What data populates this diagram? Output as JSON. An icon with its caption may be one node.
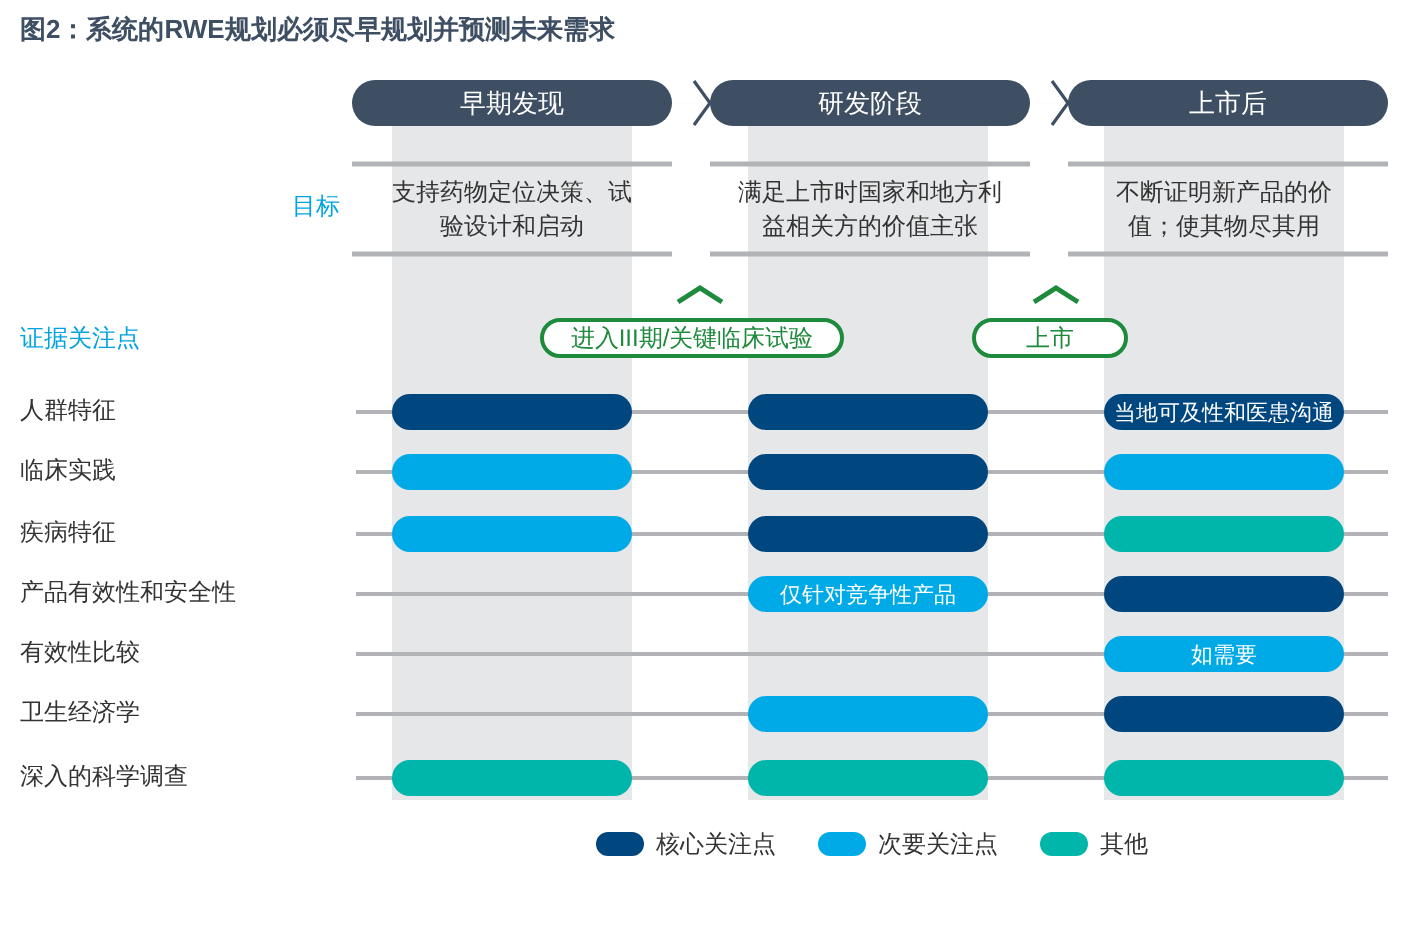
{
  "diagram": {
    "title": "图2：系统的RWE规划必须尽早规划并预测未来需求",
    "nodes": [
      {
        "text": [
          "早期发现"
        ]
      },
      {
        "text": [
          "研发阶段"
        ]
      },
      {
        "text": [
          "上市后"
        ]
      },
      {
        "text": [
          "进入III期/关键临床试验"
        ]
      },
      {
        "text": [
          "上市"
        ]
      },
      {
        "text": [],
        "shape": "bar"
      },
      {
        "text": [],
        "shape": "bar"
      },
      {
        "text": [
          "当地可及性和医患沟通"
        ]
      },
      {
        "text": [],
        "shape": "bar"
      },
      {
        "text": [],
        "shape": "bar"
      },
      {
        "text": [],
        "shape": "bar"
      },
      {
        "text": [],
        "shape": "bar"
      },
      {
        "text": [],
        "shape": "bar"
      },
      {
        "text": [],
        "shape": "bar"
      },
      {
        "text": [
          "仅针对竞争性产品"
        ]
      },
      {
        "text": [],
        "shape": "bar"
      },
      {
        "text": [
          "如需要"
        ]
      },
      {
        "text": [],
        "shape": "bar"
      },
      {
        "text": [],
        "shape": "bar"
      },
      {
        "text": [],
        "shape": "bar"
      },
      {
        "text": [],
        "shape": "bar"
      },
      {
        "text": [],
        "shape": "bar"
      }
    ],
    "edges": [
      {
        "from": 0,
        "to": 1,
        "arrow": "to"
      },
      {
        "from": 1,
        "to": 2,
        "arrow": "to"
      }
    ],
    "labels": [
      "目标",
      "支持药物定位决策、试验设计和启动",
      "满足上市时国家和地方利益相关方的价值主张",
      "不断证明新产品的价值；使其物尽其用",
      "证据关注点",
      "人群特征",
      "临床实践",
      "疾病特征",
      "产品有效性和安全性",
      "有效性比较",
      "卫生经济学",
      "深入的科学调查"
    ],
    "legend": [
      {
        "text": "核心关注点",
        "color": "#00467f"
      },
      {
        "text": "次要关注点",
        "color": "#00aae7"
      },
      {
        "text": "其他",
        "color": "#00b5a9"
      }
    ]
  }
}
